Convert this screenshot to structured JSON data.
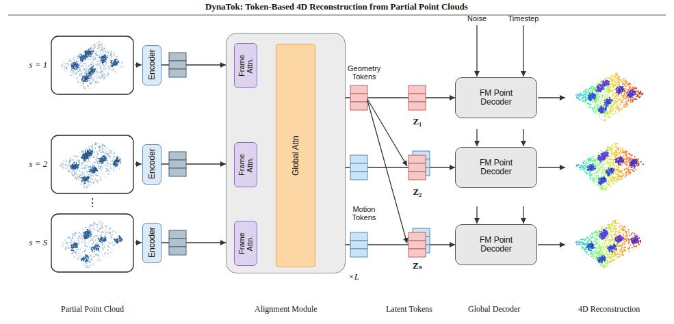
{
  "diagram": {
    "title": "DynaTok: Token-Based 4D Reconstruction from Partial Point Clouds",
    "nodes": [
      {
        "text": [
          "Encoder"
        ]
      },
      {
        "text": [
          "Encoder"
        ]
      },
      {
        "text": [
          "Encoder"
        ]
      },
      {
        "text": [
          "×L"
        ]
      },
      {
        "text": [
          "Frame Attn."
        ],
        "in": 3
      },
      {
        "text": [
          "Frame Attn."
        ],
        "in": 3
      },
      {
        "text": [
          "Frame Attn."
        ],
        "in": 3
      },
      {
        "text": [
          "Global Attn"
        ],
        "in": 3
      },
      {
        "text": [
          "FM Point Decoder"
        ]
      },
      {
        "text": [
          "FM Point Decoder"
        ]
      },
      {
        "text": [
          "FM Point Decoder"
        ]
      }
    ],
    "edges": [
      {
        "from": 0,
        "to": 3,
        "arrow": "to"
      },
      {
        "from": 1,
        "to": 3,
        "arrow": "to"
      },
      {
        "from": 2,
        "to": 3,
        "arrow": "to"
      },
      {
        "from": 3,
        "to": 8,
        "arrow": "to"
      },
      {
        "from": 3,
        "to": 9,
        "arrow": "to"
      },
      {
        "from": 3,
        "to": 10,
        "arrow": "to"
      }
    ],
    "labels": [
      "s = 1",
      "s = 2",
      "⋮",
      "s = S",
      "Geometry Tokens",
      "Motion Tokens",
      "Z₁",
      "Z₂",
      "Zₛ",
      "Noise",
      "Timestep",
      "Partial Point Cloud",
      "Alignment Module",
      "Latent Tokens",
      "Global Decoder",
      "4D Reconstruction"
    ]
  }
}
